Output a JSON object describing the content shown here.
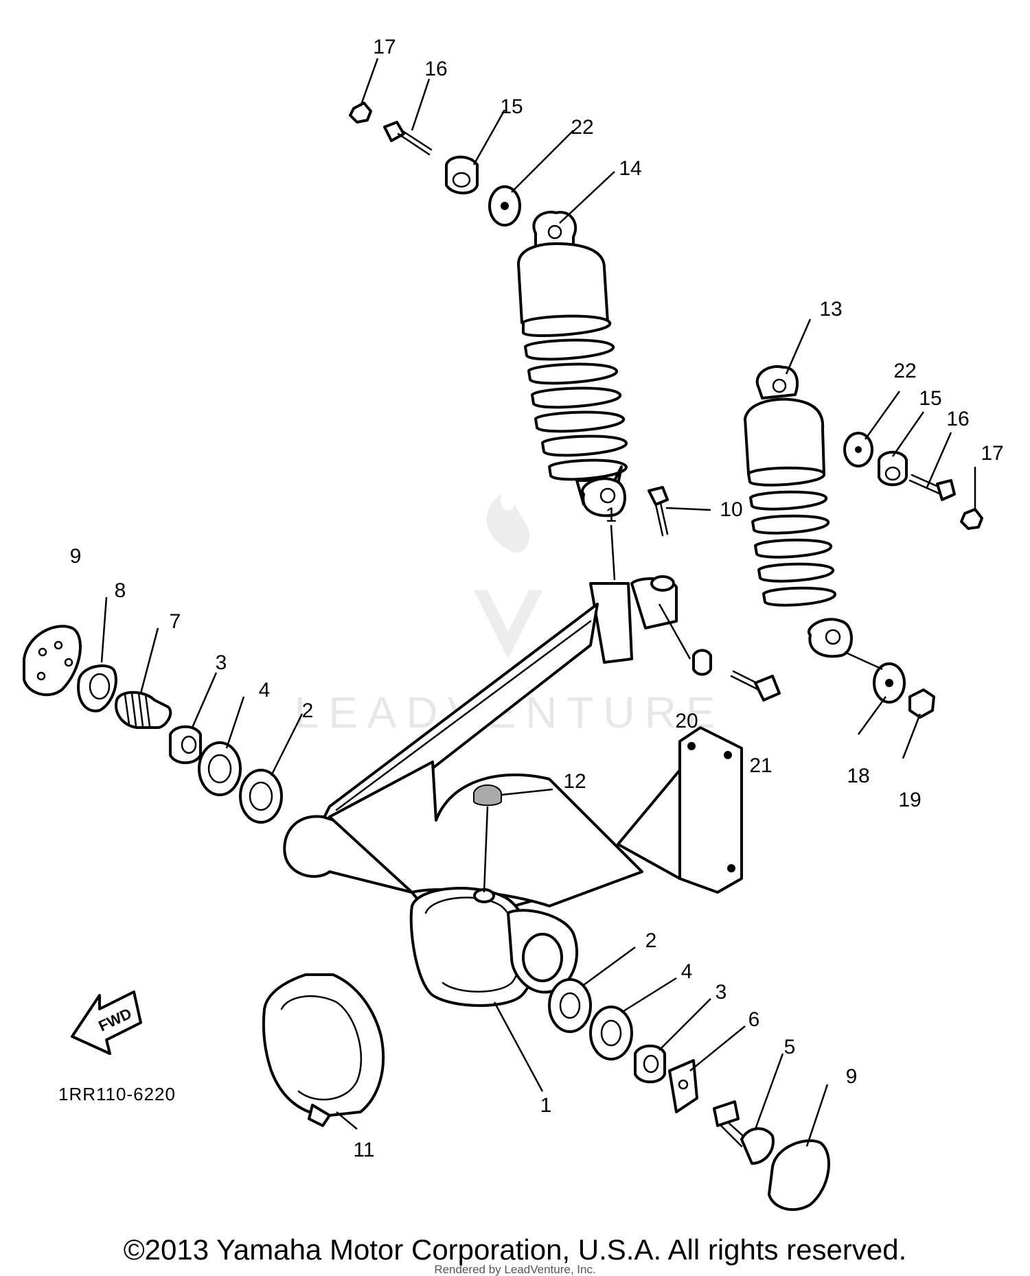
{
  "callouts": [
    "17",
    "16",
    "15",
    "22",
    "14",
    "13",
    "22",
    "15",
    "16",
    "17",
    "10",
    "9",
    "8",
    "7",
    "3",
    "4",
    "2",
    "20",
    "21",
    "18",
    "19",
    "12",
    "2",
    "4",
    "3",
    "6",
    "5",
    "9",
    "11",
    "1",
    "1"
  ],
  "fwd_label": "FWD",
  "reference_code": "1RR110-6220",
  "watermark_text": "LEADVENTURE",
  "copyright": "©2013 Yamaha Motor Corporation, U.S.A. All rights reserved.",
  "credit": "Rendered by LeadVenture, Inc."
}
